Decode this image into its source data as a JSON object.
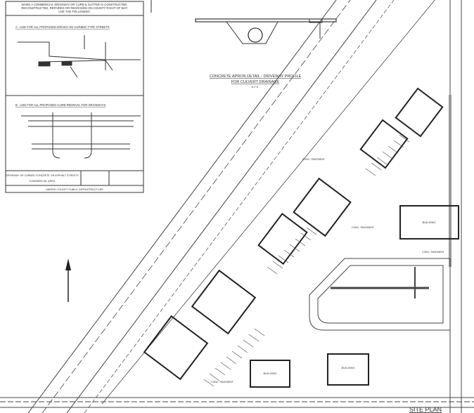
{
  "detail_panel": {
    "header_note": [
      "WHEN A COMMERCIAL DRIVEWAY OR CURB & GUTTER IS CONSTRUCTED,",
      "RECONSTRUCTED, REPAIRED OR REGRADED ON COUNTY RIGHT OF WAY",
      "USE THE FOLLOWING:"
    ],
    "section_a": "A - USE FOR ALL PROPOSED DRIVES ON CURBED TYPE STREETS",
    "section_b": "B - USE FOR ALL PROPOSED CURB REMOVAL FOR DRIVEWAYS",
    "title_block": {
      "title": "DRIVEWAY OR CURBED CONCRETE OR ASPHALT STREETS",
      "subtitle": "COMMERCIAL AREA",
      "footer": "HARRIS COUNTY PUBLIC INFRASTRUCTURE"
    }
  },
  "apron_detail": {
    "title": "CONCRETE APRON DETAIL - DRIVEWAY PROFILE",
    "subtitle": "FOR CULVERT DRAINAGE",
    "scale": "N.T.S."
  },
  "site_plan": {
    "title": "SITE PLAN",
    "pavement_label": "CONC. PAVEMENT",
    "building_label": "BUILDING"
  },
  "colors": {
    "line": "#222222",
    "paper": "#ffffff"
  }
}
